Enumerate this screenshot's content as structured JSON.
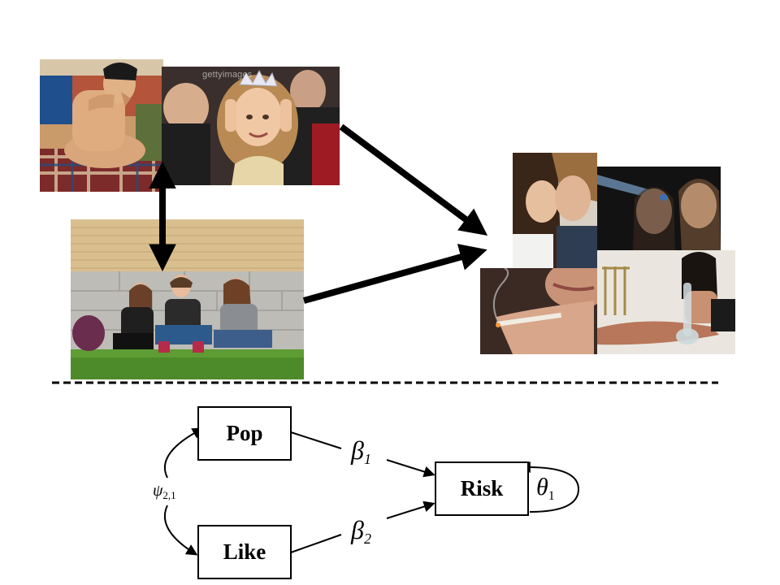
{
  "photos": {
    "boy_on_bed": {
      "icon": "shirtless-boy-photo"
    },
    "prom_queen": {
      "icon": "prom-queen-photo",
      "watermark": "gettyimages"
    },
    "teens_by_wall": {
      "icon": "three-teens-photo"
    },
    "kissing": {
      "icon": "kissing-couple-photo"
    },
    "drinking": {
      "icon": "girls-drinking-photo"
    },
    "joint": {
      "icon": "smoking-joint-photo"
    },
    "bong": {
      "icon": "girl-bong-photo"
    }
  },
  "diagram": {
    "nodes": {
      "pop": "Pop",
      "like": "Like",
      "risk": "Risk"
    },
    "paths": {
      "beta1": {
        "symbol": "β",
        "sub": "1"
      },
      "beta2": {
        "symbol": "β",
        "sub": "2"
      },
      "theta1": {
        "symbol": "θ",
        "sub": "1"
      },
      "psi21": {
        "symbol": "ψ",
        "sub": "2,1"
      }
    }
  },
  "colors": {
    "arrow": "#000000",
    "divider": "#000000"
  }
}
